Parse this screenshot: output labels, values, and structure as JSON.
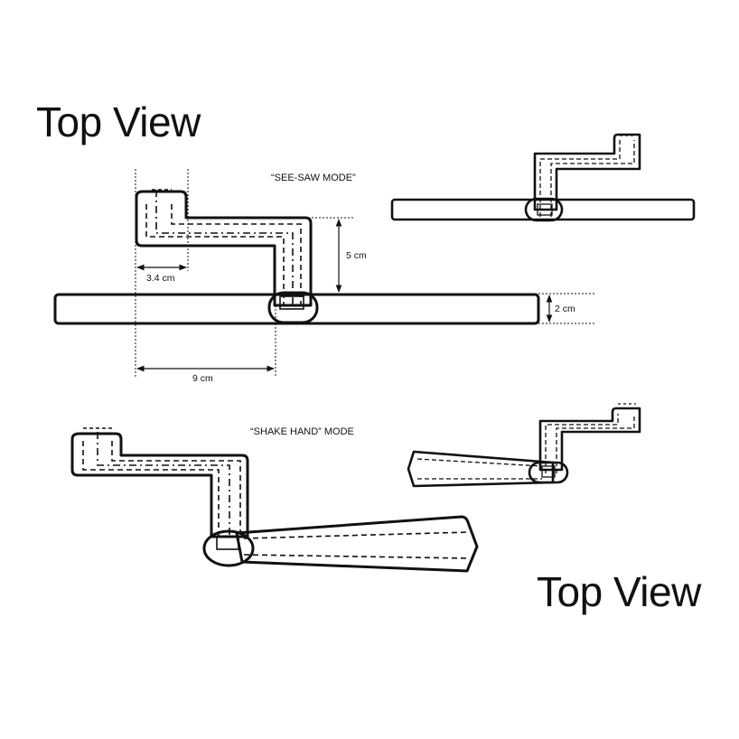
{
  "titles": {
    "top_left": "Top View",
    "bottom_right": "Top View"
  },
  "captions": {
    "see_saw_mode": "“SEE-SAW MODE”",
    "shake_hand_mode": "“SHAKE HAND” MODE"
  },
  "dimensions": {
    "handle_width": "3.4 cm",
    "offset_height": "5 cm",
    "bar_thickness": "2 cm",
    "arm_length": "9 cm"
  },
  "colors": {
    "stroke": "#111111",
    "background": "#ffffff"
  }
}
